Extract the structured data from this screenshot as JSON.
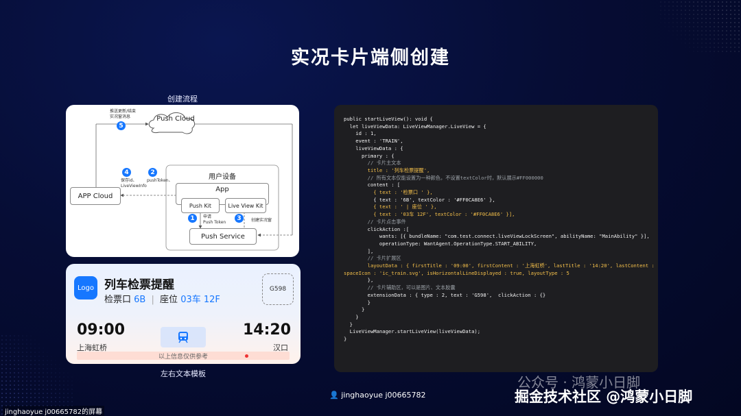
{
  "title": "实况卡片端侧创建",
  "flow": {
    "label": "创建流程",
    "push_cloud": "Push Cloud",
    "app_cloud": "APP Cloud",
    "user_device": "用户设备",
    "app": "App",
    "push_kit": "Push Kit",
    "live_view_kit": "Live View Kit",
    "push_service": "Push Service",
    "step5_note": "推送更新/结束\n实况窗消息",
    "step4_note": "保存id、\nLiveViewInfo",
    "step2_note": "pushToken、",
    "step1_note": "申请\nPush Token",
    "step3_note": "创建实况窗",
    "n1": "1",
    "n2": "2",
    "n3": "3",
    "n4": "4",
    "n5": "5"
  },
  "card": {
    "logo": "Logo",
    "title": "列车检票提醒",
    "sub_prefix": "检票口",
    "gate": "6B",
    "sep": "|",
    "seat_label": "座位",
    "seat": "03车 12F",
    "train": "G598",
    "time_start": "09:00",
    "time_end": "14:20",
    "station_start": "上海虹桥",
    "station_end": "汉口",
    "notice": "以上信息仅供参考",
    "caption": "左右文本模板",
    "colors": {
      "accent": "#1677ff"
    }
  },
  "code_lines": [
    "public startLiveView(): void {",
    "  let liveViewData: LiveViewManager.LiveView = {",
    "    id : 1,",
    "    event : 'TRAIN',",
    "    liveViewData : {",
    "      primary : {",
    "        // 卡片主文本",
    "        title : '列车检票提醒',",
    "        // 所有文本仅能设置为一种颜色，不设置textColor时，默认展示#FF000000",
    "        content : [",
    "          { text : '检票口 ' },",
    "          { text : '6B', textColor : '#FF0CA8E6' },",
    "          { text : ' | 座位 ' },",
    "          { text : '03车 12F', textColor : '#FF0CA8E6' }],",
    "        // 卡片点击事件",
    "        clickAction :[",
    "            wants: [{ bundleName: \"com.test.connect.liveViewLockScreen\", abilityName: \"MainAbility\" }],",
    "            operationType: WantAgent.OperationType.START_ABILITY,",
    "        ],",
    "        // 卡片扩展区",
    "        layoutData : { firstTitle : '09:00', firstContent : '上海虹桥', lastTitle : '14:20', lastContent : '汉口',",
    "spaceIcon : 'ic_train.svg', isHorizontalLineDisplayed : true, layoutType : 5",
    "        },",
    "        // 卡片辅助区，可以是图片、文本胶囊",
    "        extensionData : { type : 2, text : 'G598',  clickAction : {}",
    "        }",
    "      }",
    "    }",
    "  }",
    "  LiveViewManager.startLiveView(liveViewData);",
    "}"
  ],
  "presenter": "jinghaoyue j00665782",
  "screen_label": "jinghaoyue j00665782的屏幕",
  "watermark1": "公众号 · 鸿蒙小日脚",
  "watermark2": "掘金技术社区 @鸿蒙小日脚"
}
